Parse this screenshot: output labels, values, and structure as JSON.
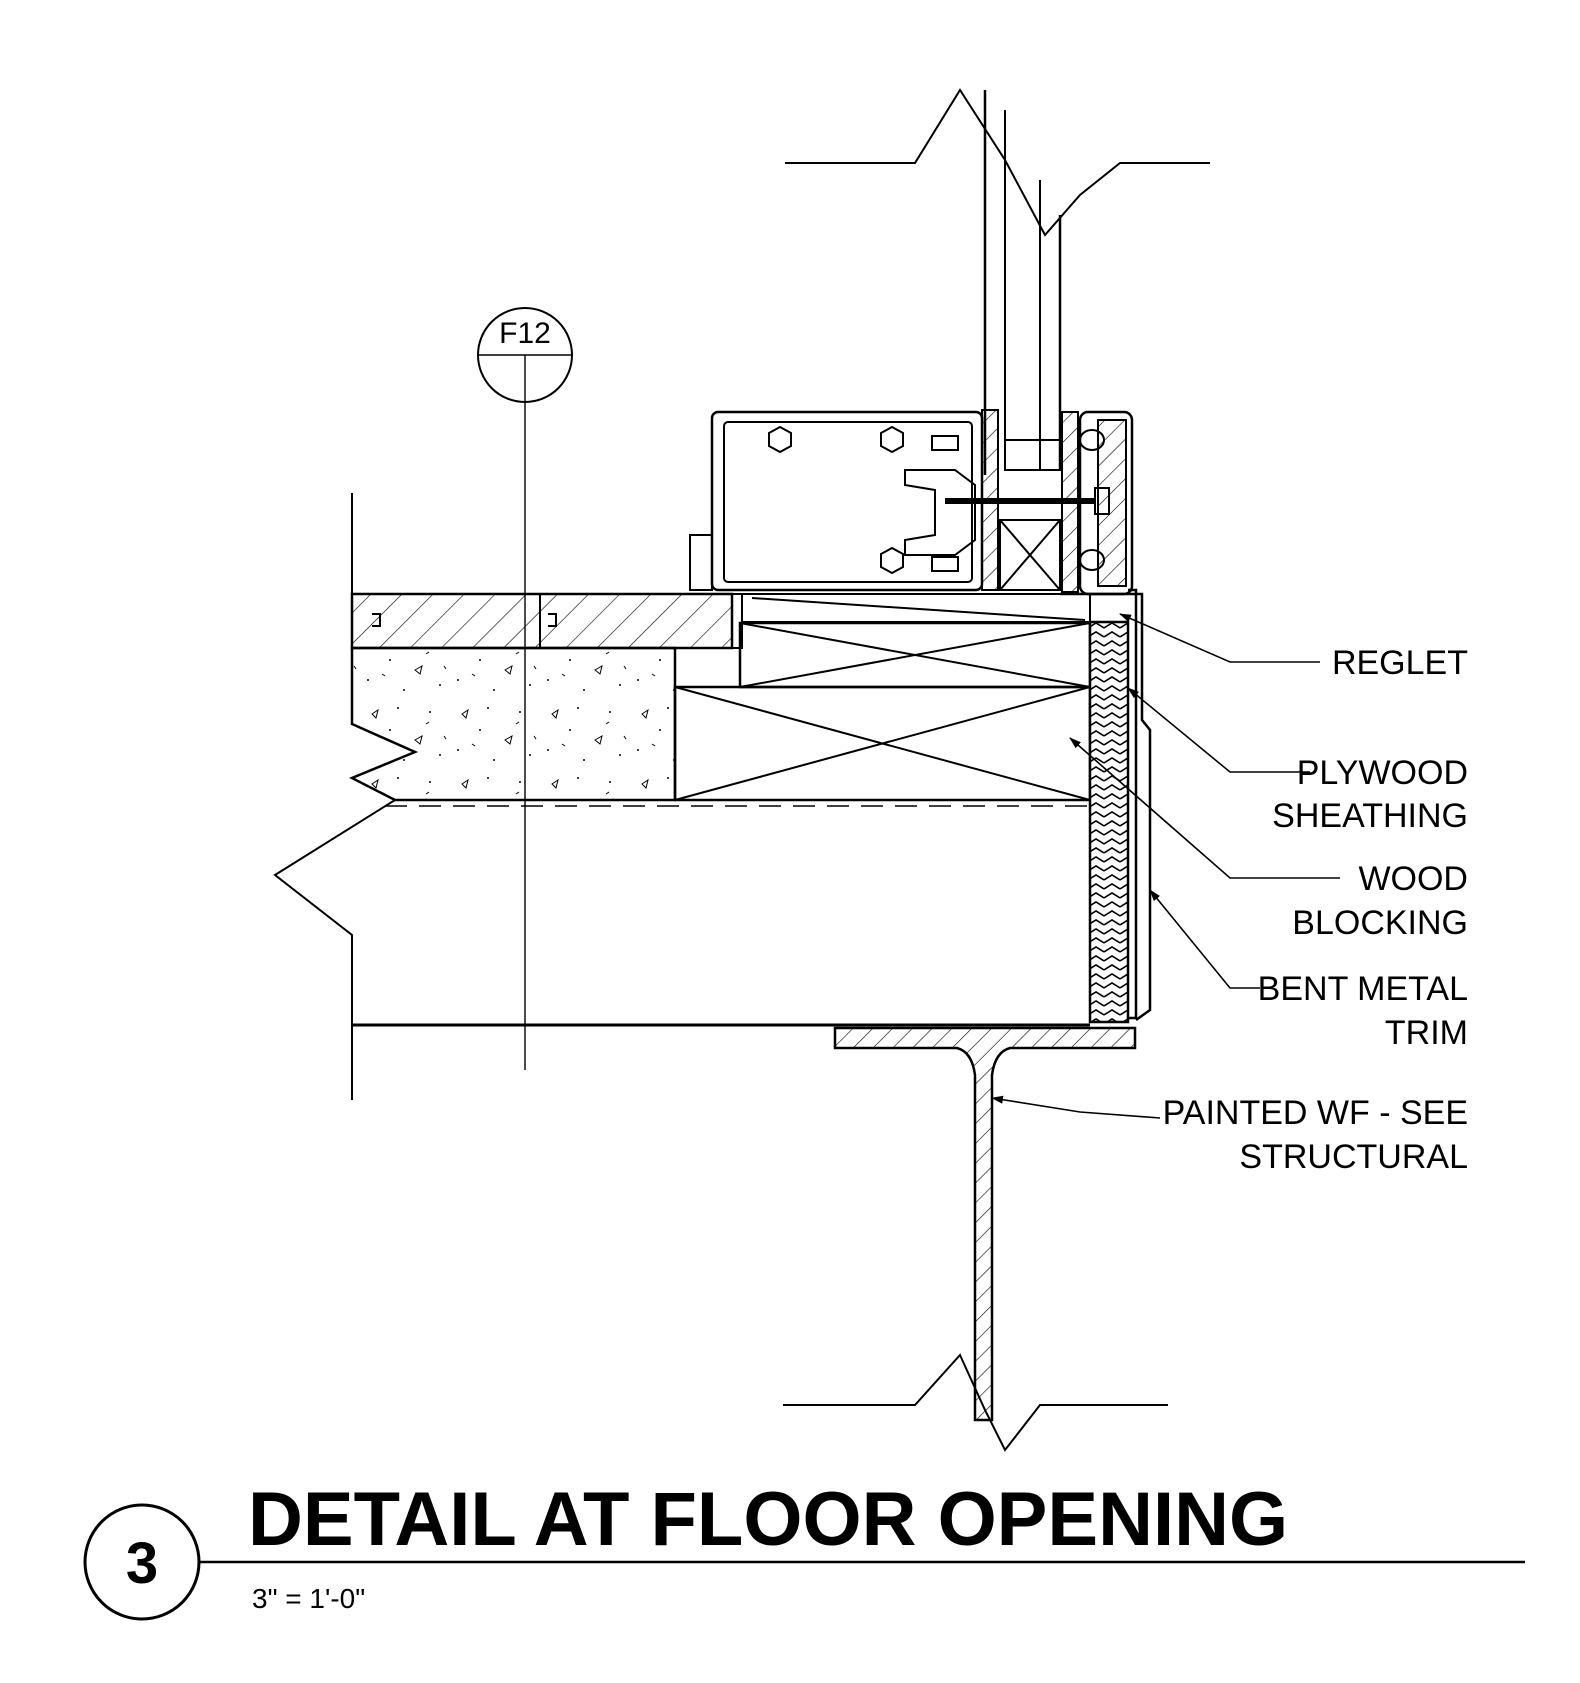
{
  "drawing": {
    "number": "3",
    "title": "DETAIL AT FLOOR OPENING",
    "scale": "3\" = 1'-0\""
  },
  "grid_tag": "F12",
  "labels": {
    "reglet": [
      "REGLET"
    ],
    "plywood": [
      "PLYWOOD",
      "SHEATHING"
    ],
    "wood_blocking": [
      "WOOD",
      "BLOCKING"
    ],
    "bent_trim": [
      "BENT METAL",
      "TRIM"
    ],
    "painted_wf": [
      "PAINTED WF - SEE",
      "STRUCTURAL"
    ]
  },
  "colors": {
    "ink": "#000000",
    "paper": "#ffffff"
  }
}
